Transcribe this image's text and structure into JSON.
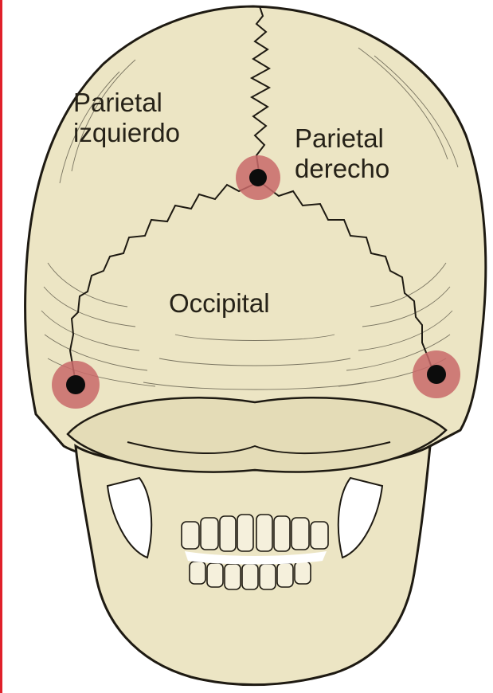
{
  "labels": {
    "left_parietal_line1": "Parietal",
    "left_parietal_line2": "izquierdo",
    "right_parietal_line1": "Parietal",
    "right_parietal_line2": "derecho",
    "occipital": "Occipital"
  },
  "colors": {
    "bone": "#ece5c4",
    "bone_shadow": "#d8cfa9",
    "ink": "#1e1a12",
    "marker_halo": "#c96a6a",
    "marker_dot": "#0c0c0c",
    "left_border": "#e0202a"
  },
  "markers": [
    "lambda-marker",
    "left-asterion-marker",
    "right-asterion-marker"
  ]
}
